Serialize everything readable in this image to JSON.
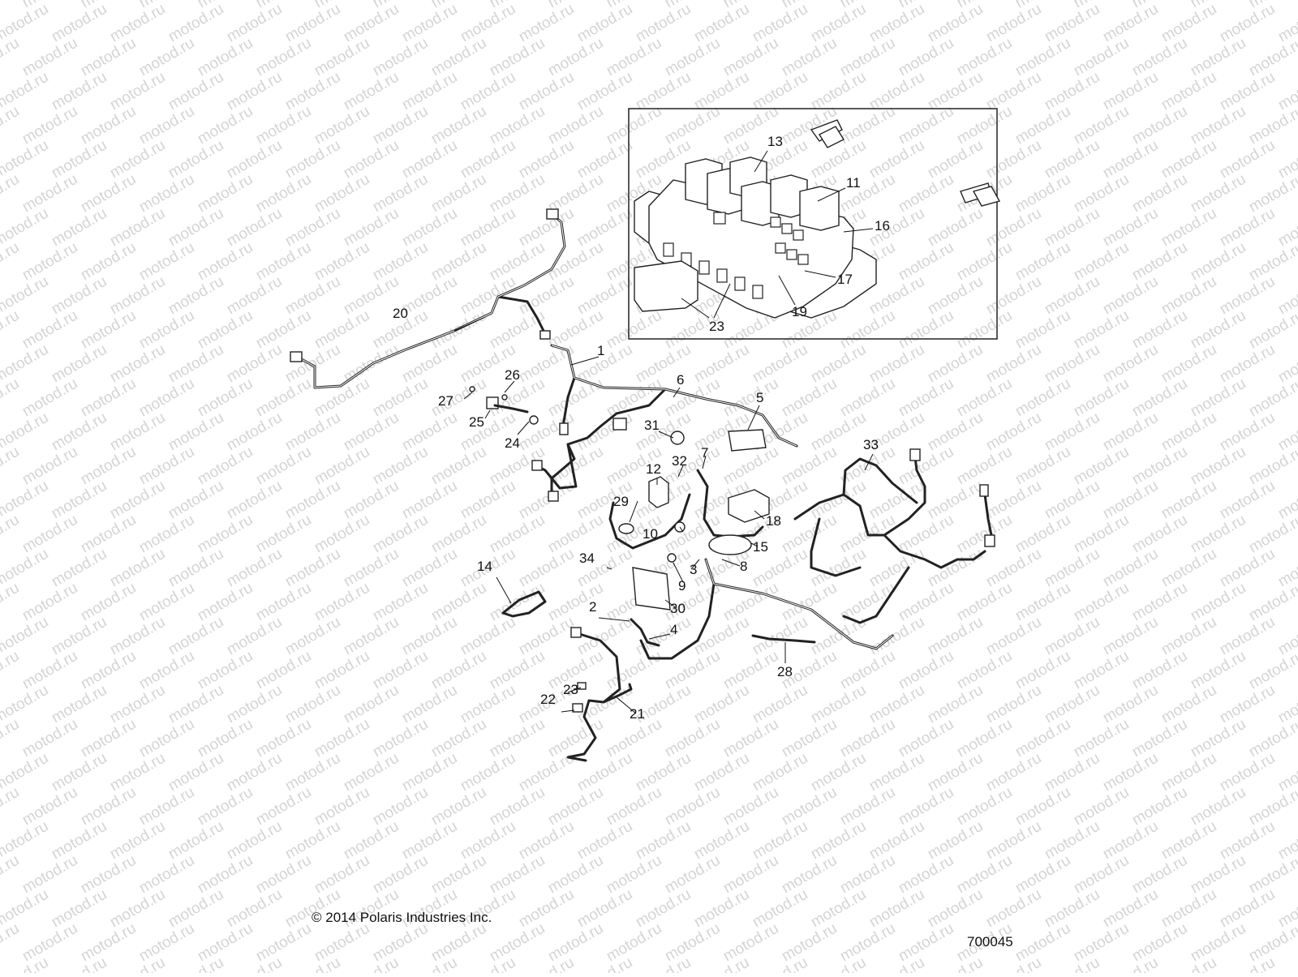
{
  "watermark": "motod.ru",
  "copyright": "© 2014 Polaris Industries Inc.",
  "figure_number": "700045",
  "callouts": {
    "c1": "1",
    "c2": "2",
    "c3": "3",
    "c4": "4",
    "c5": "5",
    "c6": "6",
    "c7": "7",
    "c8": "8",
    "c9": "9",
    "c10": "10",
    "c11": "11",
    "c12": "12",
    "c13": "13",
    "c14": "14",
    "c15": "15",
    "c16": "16",
    "c17": "17",
    "c18": "18",
    "c19": "19",
    "c20": "20",
    "c21": "21",
    "c22": "22",
    "c23a": "23",
    "c23b": "23",
    "c24": "24",
    "c25": "25",
    "c26": "26",
    "c27": "27",
    "c28": "28",
    "c29": "29",
    "c30": "30",
    "c31": "31",
    "c32": "32",
    "c33": "33",
    "c34": "34"
  }
}
